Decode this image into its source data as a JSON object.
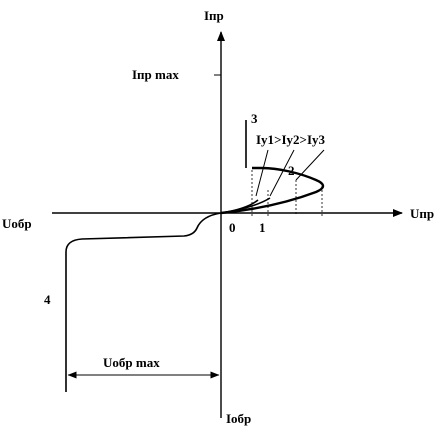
{
  "labels": {
    "y_pos": "Iпр",
    "y_max": "Iпр max",
    "y_neg": "Iобр",
    "x_pos": "Uпр",
    "x_neg": "Uобр",
    "x_max": "Uобр max",
    "origin": "0",
    "tick_1": "1",
    "region_2": "2",
    "region_3": "3",
    "region_4": "4"
  },
  "current_relation": {
    "i1": "Iу1",
    "gt1": ">",
    "i2": "Iу2",
    "gt2": ">",
    "i3": "Iу3"
  }
}
